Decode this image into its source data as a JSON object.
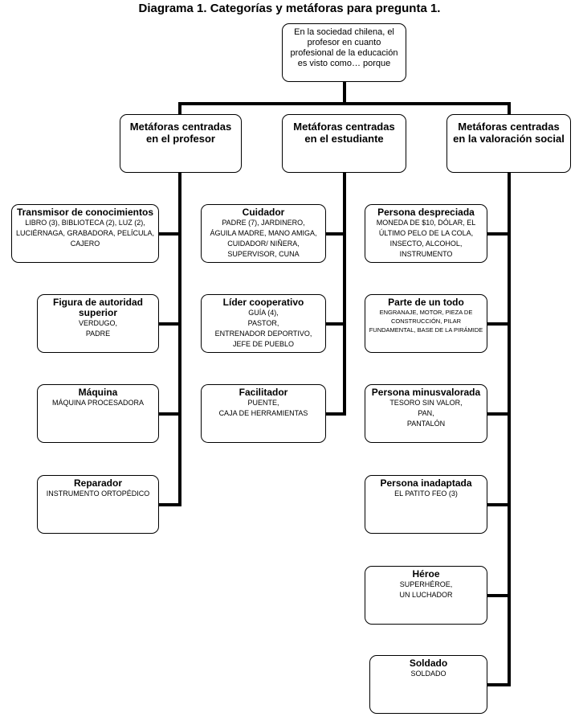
{
  "title": "Diagrama 1. Categorías y metáforas para pregunta 1.",
  "root": "En la sociedad chilena, el profesor en cuanto profesional de la educación es visto como… porque",
  "columns": [
    {
      "heading": "Metáforas centradas en el profesor",
      "items": [
        {
          "title": "Transmisor  de conocimientos",
          "detail": "LIBRO (3), BIBLIOTECA (2), LUZ (2),\nLUCIÉRNAGA, GRABADORA, PELÍCULA,\nCAJERO"
        },
        {
          "title": "Figura de autoridad superior",
          "detail": "VERDUGO,\nPADRE"
        },
        {
          "title": "Máquina",
          "detail": "MÁQUINA PROCESADORA"
        },
        {
          "title": "Reparador",
          "detail": "INSTRUMENTO ORTOPÉDICO"
        }
      ]
    },
    {
      "heading": "Metáforas centradas en el estudiante",
      "items": [
        {
          "title": "Cuidador",
          "detail": "PADRE (7), JARDINERO,\nÁGUILA  MADRE, MANO AMIGA,\nCUIDADOR/ NIÑERA,\nSUPERVISOR, CUNA"
        },
        {
          "title": "Líder cooperativo",
          "detail": "GUÍA (4),\nPASTOR,\nENTRENADOR DEPORTIVO,\nJEFE DE PUEBLO"
        },
        {
          "title": "Facilitador",
          "detail": "PUENTE,\nCAJA DE HERRAMIENTAS"
        }
      ]
    },
    {
      "heading": "Metáforas centradas en la valoración social",
      "items": [
        {
          "title": "Persona despreciada",
          "detail": "MONEDA DE $10,  DÓLAR, EL\nÚLTIMO PELO DE LA COLA,\nINSECTO, ALCOHOL,\nINSTRUMENTO"
        },
        {
          "title": "Parte de un todo",
          "detail": "ENGRANAJE, MOTOR, PIEZA DE\nCONSTRUCCIÓN, PILAR\nFUNDAMENTAL, BASE DE LA PIRÁMIDE"
        },
        {
          "title": "Persona minusvalorada",
          "detail": "TESORO SIN VALOR,\nPAN,\nPANTALÓN"
        },
        {
          "title": "Persona inadaptada",
          "detail": "EL PATITO FEO (3)"
        },
        {
          "title": "Héroe",
          "detail": "SUPERHÉROE,\nUN LUCHADOR"
        },
        {
          "title": "Soldado",
          "detail": "SOLDADO"
        }
      ]
    }
  ]
}
